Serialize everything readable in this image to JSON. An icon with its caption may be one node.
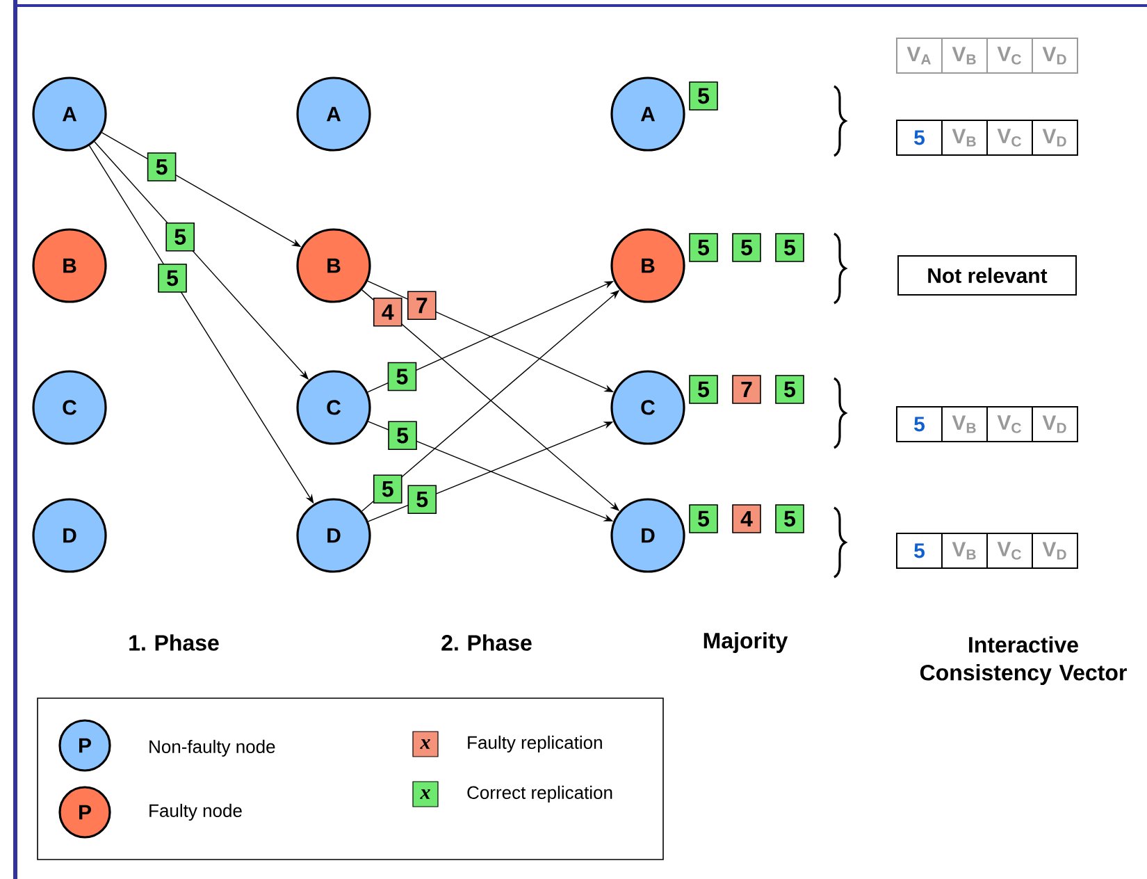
{
  "diagram": {
    "nodes": [
      {
        "text": [
          "A"
        ]
      },
      {
        "text": [
          "B"
        ]
      },
      {
        "text": [
          "C"
        ]
      },
      {
        "text": [
          "D"
        ]
      },
      {
        "text": [
          "A"
        ]
      },
      {
        "text": [
          "B"
        ]
      },
      {
        "text": [
          "C"
        ]
      },
      {
        "text": [
          "D"
        ]
      },
      {
        "text": [
          "A"
        ],
        "beside": [
          "5"
        ]
      },
      {
        "text": [
          "B"
        ],
        "beside": [
          "5",
          "5",
          "5"
        ]
      },
      {
        "text": [
          "C"
        ],
        "beside": [
          "5",
          "7",
          "5"
        ]
      },
      {
        "text": [
          "D"
        ],
        "beside": [
          "5",
          "4",
          "5"
        ]
      },
      {
        "text": [
          "V$_{A}$",
          "V$_{B}$",
          "V$_{C}$",
          "V$_{D}$"
        ]
      },
      {
        "text": [
          "5",
          "V$_{B}$",
          "V$_{C}$",
          "V$_{D}$"
        ]
      },
      {
        "text": [
          "Not relevant"
        ]
      },
      {
        "text": [
          "5",
          "V$_{B}$",
          "V$_{C}$",
          "V$_{D}$"
        ]
      },
      {
        "text": [
          "5",
          "V$_{B}$",
          "V$_{C}$",
          "V$_{D}$"
        ]
      }
    ],
    "edges": [
      {
        "from": 0,
        "to": 5,
        "arrow": "to",
        "label": "5"
      },
      {
        "from": 0,
        "to": 6,
        "arrow": "to",
        "label": "5"
      },
      {
        "from": 0,
        "to": 7,
        "arrow": "to",
        "label": "5"
      },
      {
        "from": 5,
        "to": 10,
        "arrow": "to",
        "label": "7"
      },
      {
        "from": 5,
        "to": 11,
        "arrow": "to",
        "label": "4"
      },
      {
        "from": 6,
        "to": 9,
        "arrow": "to",
        "label": "5"
      },
      {
        "from": 6,
        "to": 11,
        "arrow": "to",
        "label": "5"
      },
      {
        "from": 7,
        "to": 9,
        "arrow": "to",
        "label": "5"
      },
      {
        "from": 7,
        "to": 10,
        "arrow": "to",
        "label": "5"
      }
    ],
    "labels": [
      "1. Phase",
      "2. Phase",
      "Majority",
      "Interactive Consistency Vector",
      "P",
      "P",
      "x",
      "x"
    ],
    "legend": [
      {
        "text": "Non-faulty node",
        "color": "#8cc4ff"
      },
      {
        "text": "Faulty node",
        "color": "#ff7a55"
      },
      {
        "text": "Faulty replication",
        "color": "#f4937a"
      },
      {
        "text": "Correct replication",
        "color": "#6ee86e"
      }
    ]
  }
}
